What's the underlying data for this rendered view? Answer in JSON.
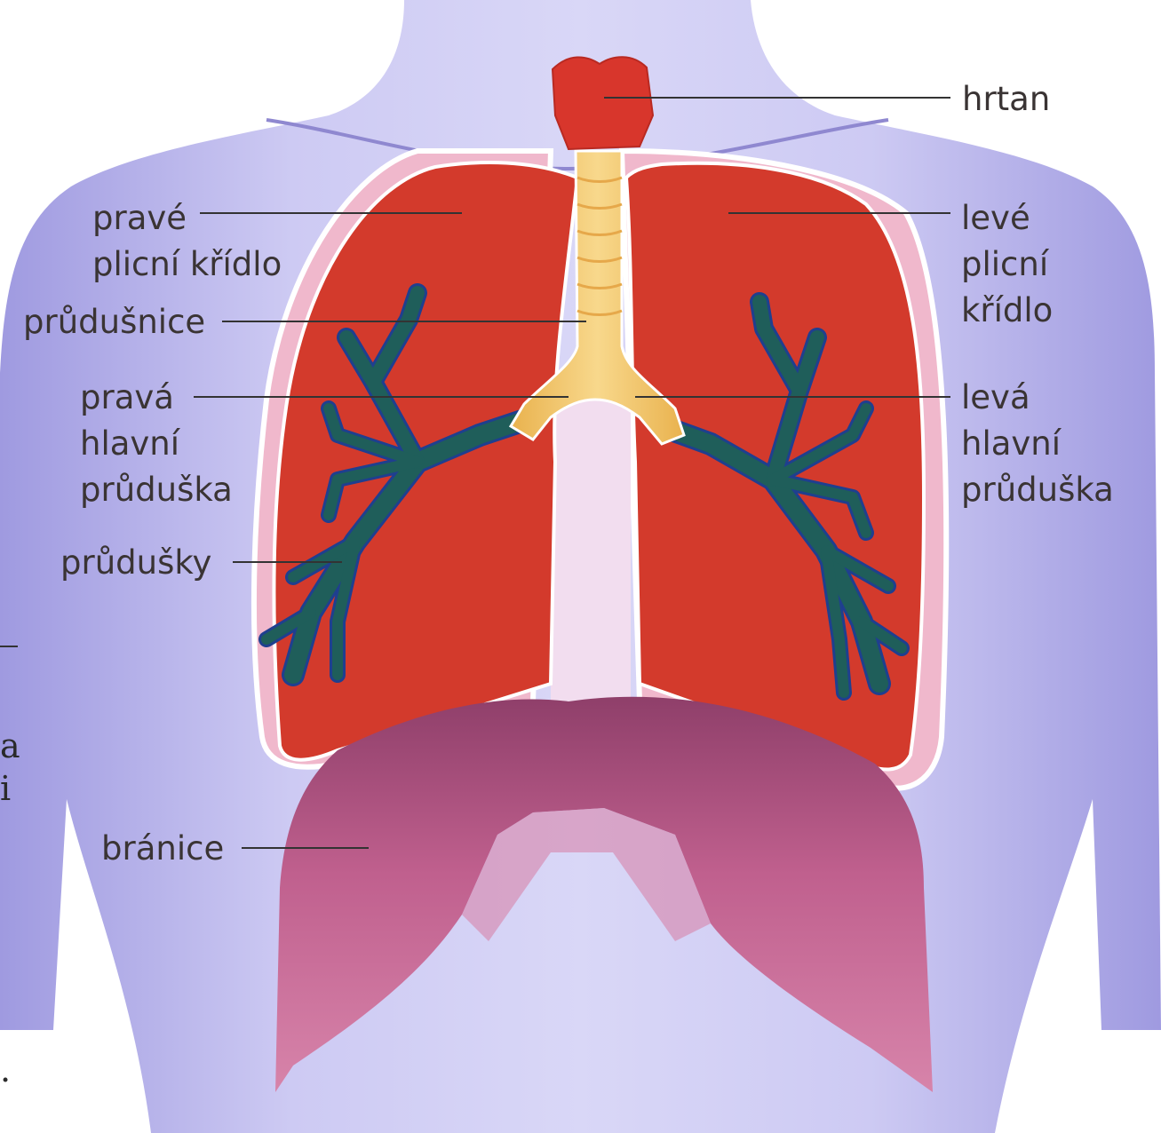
{
  "colors": {
    "body": "#c7c4f0",
    "body_shade": "#a9a4e2",
    "lung": "#d33a2c",
    "lung_dark": "#b02a24",
    "pleura": "#f0b8cc",
    "trachea": "#f1c56a",
    "larynx": "#d8362c",
    "bronchi": "#1f5e5a",
    "bronchi_outline": "#1f3f8f",
    "diaphragm": "#a84c78",
    "diaphragm_light": "#d77fa6",
    "mediastinum": "#f2ddef",
    "label_text": "#3a3434"
  },
  "labels": {
    "hrtan": "hrtan",
    "prave_plicni_kridlo_1": "pravé",
    "prave_plicni_kridlo_2": "plicní křídlo",
    "leve_plicni_kridlo_1": "levé",
    "leve_plicni_kridlo_2": "plicní",
    "leve_plicni_kridlo_3": "křídlo",
    "prudusnice": "průdušnice",
    "prava_hlavni_pruduska_1": "pravá",
    "prava_hlavni_pruduska_2": "hlavní",
    "prava_hlavni_pruduska_3": "průduška",
    "leva_hlavni_pruduska_1": "levá",
    "leva_hlavni_pruduska_2": "hlavní",
    "leva_hlavni_pruduska_3": "průduška",
    "prudusky": "průdušky",
    "branice": "bránice"
  },
  "margin_fragments": {
    "a": "a",
    "i": "i",
    "dot": "."
  }
}
